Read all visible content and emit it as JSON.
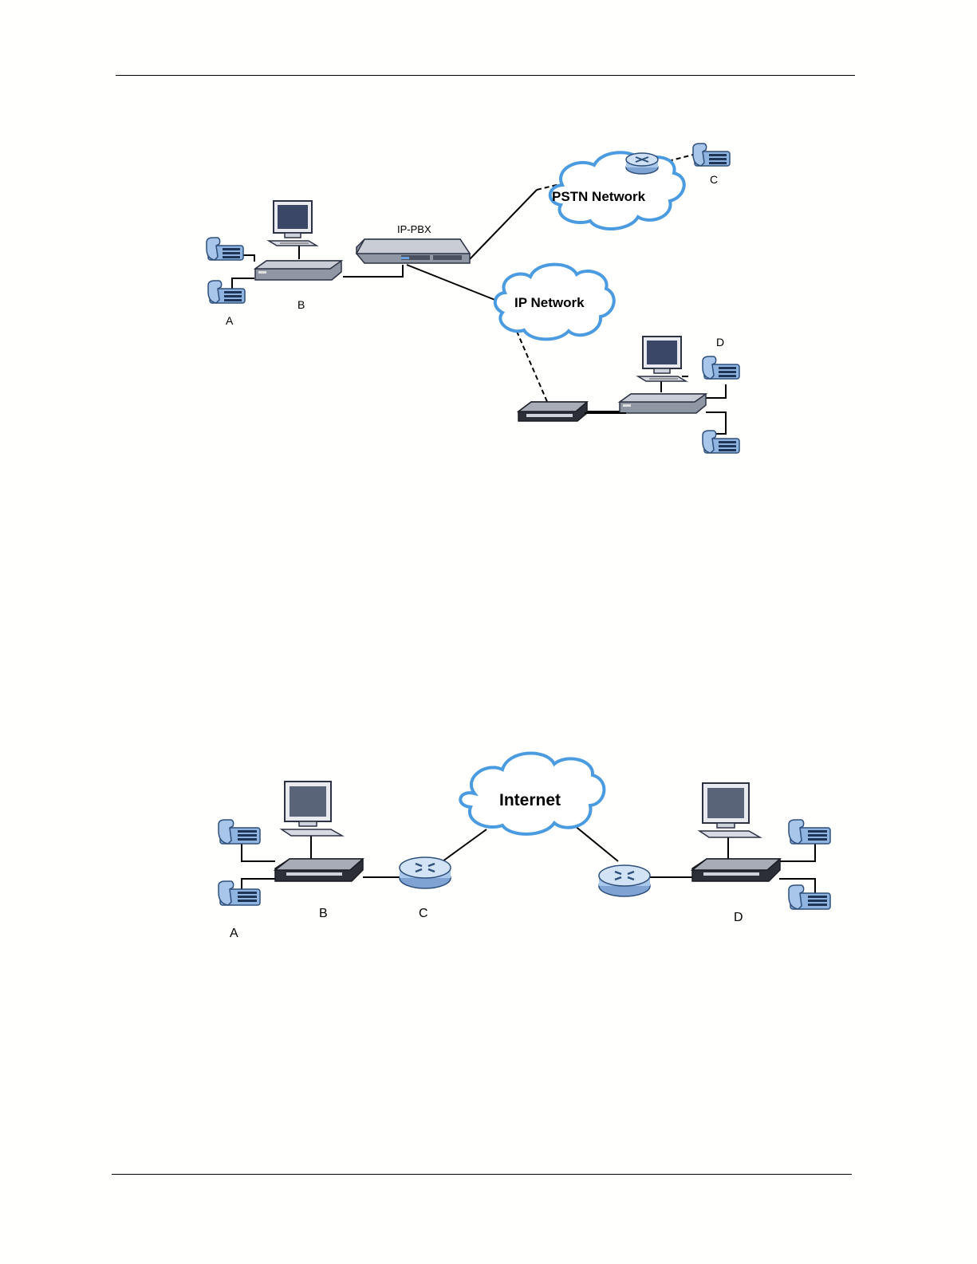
{
  "figure1": {
    "labels": {
      "ip_pbx": "IP-PBX",
      "pstn_network": "PSTN Network",
      "ip_network": "IP Network",
      "a": "A",
      "b": "B",
      "c": "C",
      "d": "D"
    },
    "colors": {
      "cloud_fill": "#ffffff",
      "cloud_outline": "#4a9be0",
      "device_top": "#c9ced6",
      "device_side": "#5a6272",
      "phone_blue": "#8fb4e0",
      "monitor_screen": "#3a4766"
    }
  },
  "figure2": {
    "labels": {
      "internet": "Internet",
      "a": "A",
      "b": "B",
      "c": "C",
      "d": "D"
    },
    "colors": {
      "cloud_fill": "#ffffff",
      "cloud_outline": "#4a9be0",
      "router_fill": "#a9c7ea"
    }
  }
}
